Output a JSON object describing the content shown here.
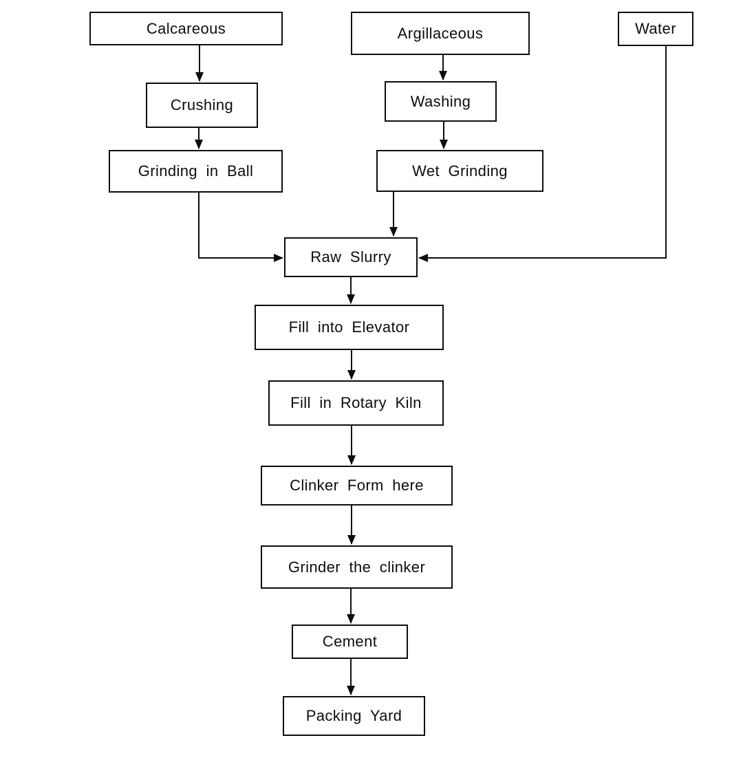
{
  "diagram": {
    "type": "flowchart",
    "nodes": {
      "calcareous": {
        "label": "Calcareous"
      },
      "argillaceous": {
        "label": "Argillaceous"
      },
      "water": {
        "label": "Water"
      },
      "crushing": {
        "label": "Crushing"
      },
      "washing": {
        "label": "Washing"
      },
      "grinding_in_ball": {
        "label": "Grinding in Ball"
      },
      "wet_grinding": {
        "label": "Wet Grinding"
      },
      "raw_slurry": {
        "label": "Raw Slurry"
      },
      "fill_into_elevator": {
        "label": "Fill into Elevator"
      },
      "fill_in_rotary_kiln": {
        "label": "Fill in Rotary Kiln"
      },
      "clinker_form_here": {
        "label": "Clinker Form here"
      },
      "grinder_the_clinker": {
        "label": "Grinder the clinker"
      },
      "cement": {
        "label": "Cement"
      },
      "packing_yard": {
        "label": "Packing Yard"
      }
    },
    "edges": [
      {
        "from": "Calcareous",
        "to": "Crushing"
      },
      {
        "from": "Crushing",
        "to": "Grinding in Ball"
      },
      {
        "from": "Argillaceous",
        "to": "Washing"
      },
      {
        "from": "Washing",
        "to": "Wet Grinding"
      },
      {
        "from": "Grinding in Ball",
        "to": "Raw Slurry"
      },
      {
        "from": "Wet Grinding",
        "to": "Raw Slurry"
      },
      {
        "from": "Water",
        "to": "Raw Slurry"
      },
      {
        "from": "Raw Slurry",
        "to": "Fill into Elevator"
      },
      {
        "from": "Fill into Elevator",
        "to": "Fill in Rotary Kiln"
      },
      {
        "from": "Fill in Rotary Kiln",
        "to": "Clinker Form here"
      },
      {
        "from": "Clinker Form here",
        "to": "Grinder the clinker"
      },
      {
        "from": "Grinder the clinker",
        "to": "Cement"
      },
      {
        "from": "Cement",
        "to": "Packing Yard"
      }
    ],
    "colors": {
      "background": "#ffffff",
      "box_fill": "#ffffff",
      "box_border": "#0d0d0d",
      "text": "#0d0d0d",
      "arrow": "#0d0d0d"
    }
  }
}
